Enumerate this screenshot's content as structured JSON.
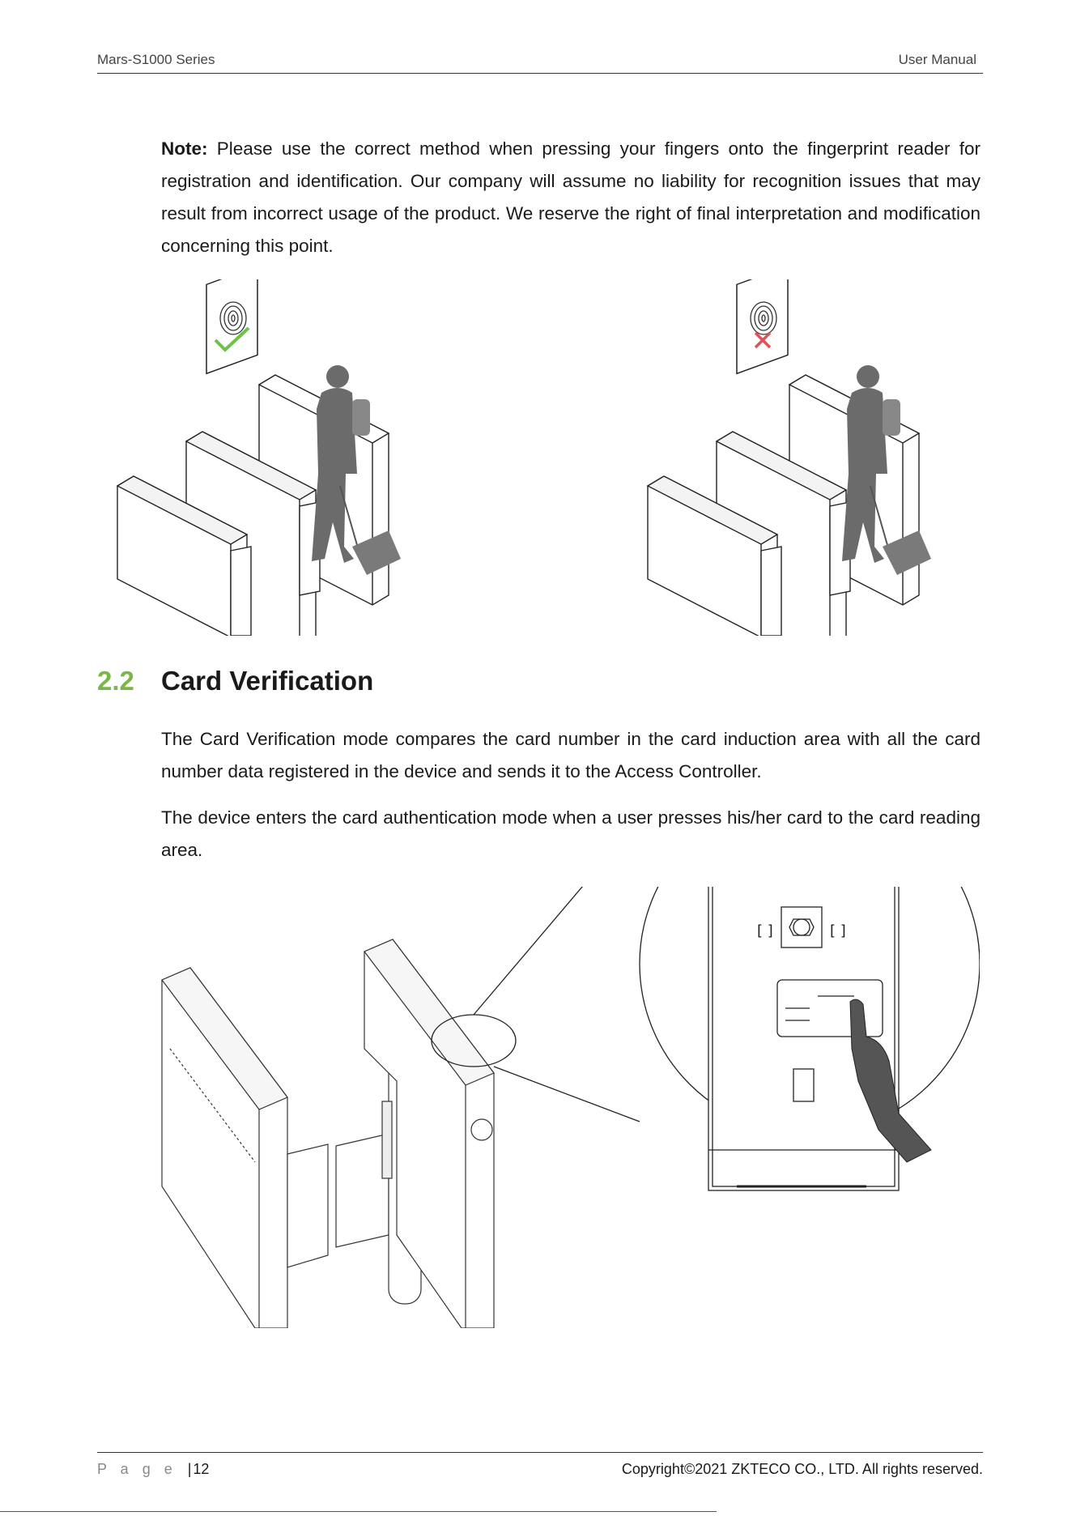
{
  "header": {
    "left": "Mars-S1000 Series",
    "right": "User Manual"
  },
  "note": {
    "label": "Note:",
    "text": "Please use the correct method when pressing your fingers onto the fingerprint reader for registration and identification. Our company will assume no liability for recognition issues that may result from incorrect usage of the product. We reserve the right of final interpretation and modification concerning this point."
  },
  "figures": {
    "left": {
      "icon": "fingerprint-correct-icon",
      "mark_color": "#6cc24a"
    },
    "right": {
      "icon": "fingerprint-incorrect-icon",
      "mark_color": "#e0525a"
    },
    "bottom": {
      "icon": "turnstile-card-reader-illustration"
    }
  },
  "section": {
    "number": "2.2",
    "title": "Card Verification",
    "number_color": "#7ab648"
  },
  "paragraphs": [
    "The Card Verification mode compares the card number in the card induction area with all the card number data registered in the device and sends it to the Access Controller.",
    "The device enters the card authentication mode when a user presses his/her card to the card reading area."
  ],
  "footer": {
    "page_label": "P a g e",
    "page_sep": "|",
    "page_number": "12",
    "copyright": "Copyright©2021 ZKTECO CO., LTD.  All rights reserved."
  }
}
